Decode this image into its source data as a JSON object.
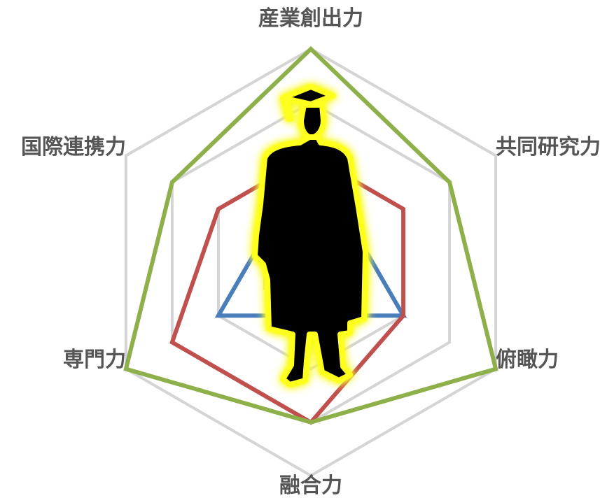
{
  "chart_data": {
    "type": "radar",
    "axes": [
      "産業創出力",
      "共同研究力",
      "俯瞰力",
      "融合力",
      "専門力",
      "国際連携力"
    ],
    "rmax": 4,
    "grid": true,
    "series": [
      {
        "color": "#4a7ebb",
        "values": [
          1,
          1,
          2,
          1,
          2,
          1
        ]
      },
      {
        "color": "#c0504d",
        "values": [
          2,
          2,
          2,
          3,
          3,
          2
        ]
      },
      {
        "color": "#8db04a",
        "values": [
          4,
          3,
          4,
          3,
          4,
          3
        ]
      }
    ],
    "grid_color": "#d4d4d4",
    "figure": {
      "icon": "graduate-silhouette-icon",
      "glow_color": "#ffff1e"
    }
  }
}
